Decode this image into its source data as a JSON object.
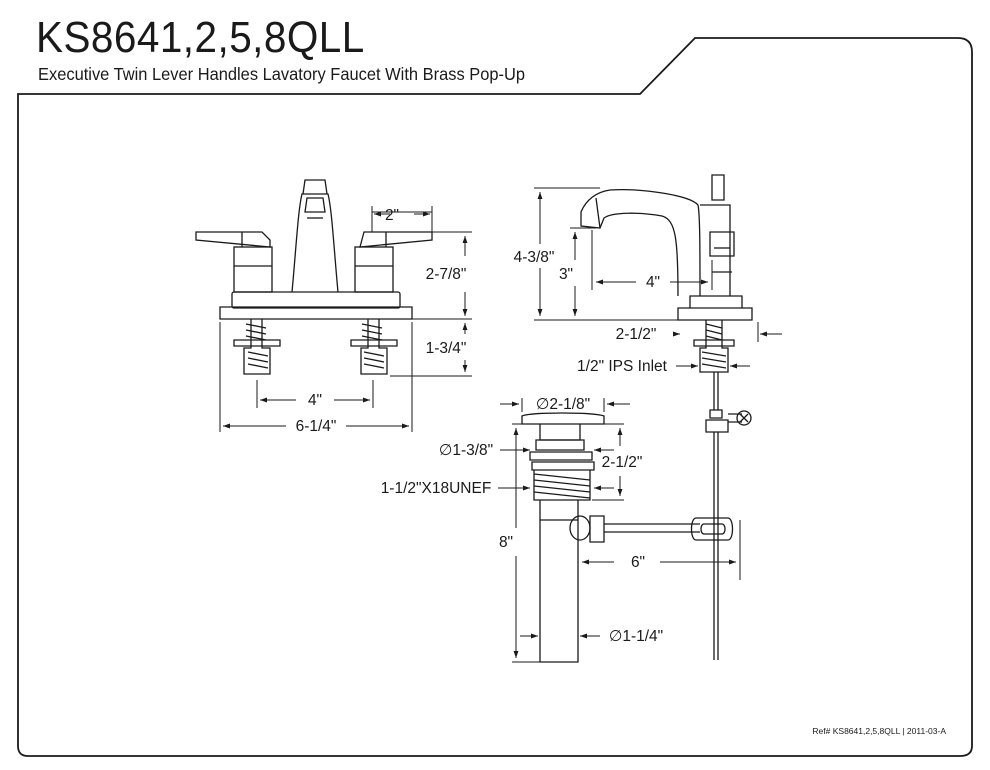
{
  "header": {
    "model": "KS8641,2,5,8QLL",
    "description": "Executive Twin Lever Handles Lavatory Faucet With Brass Pop-Up"
  },
  "dimensions": {
    "handle_spacing": "2\"",
    "handle_height": "2-7/8\"",
    "shank_length": "1-3/4\"",
    "center_spread": "4\"",
    "base_width": "6-1/4\"",
    "overall_height": "4-3/8\"",
    "spout_height": "3\"",
    "spout_reach": "4\"",
    "base_depth": "2-1/2\"",
    "inlet": "1/2\" IPS Inlet",
    "flange_diameter": "∅2-1/8\"",
    "drain_diameter": "∅1-3/8\"",
    "drain_thread_length": "2-1/2\"",
    "drain_thread": "1-1/2\"X18UNEF",
    "drain_length": "8\"",
    "lift_rod_length": "6\"",
    "tailpiece_diameter": "∅1-1/4\""
  },
  "footer": {
    "reference": "Ref# KS8641,2,5,8QLL | 2011-03-A"
  }
}
